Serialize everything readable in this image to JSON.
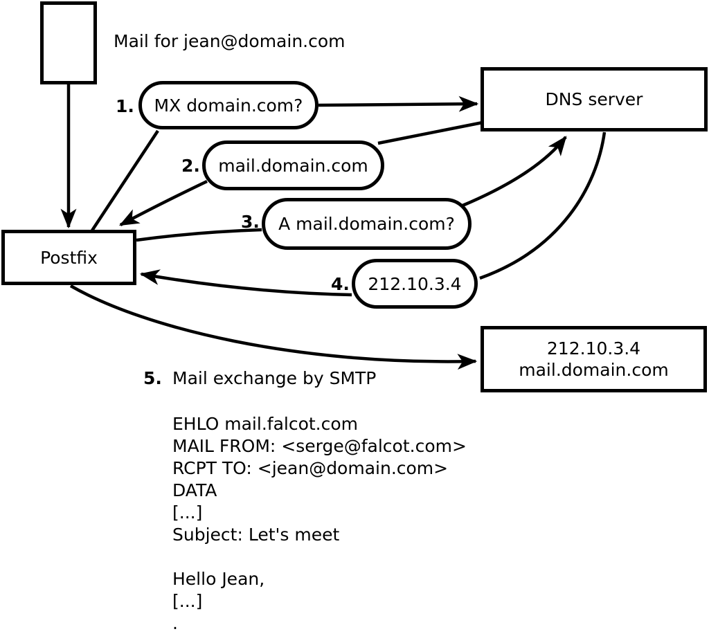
{
  "colors": {
    "ink": "#000000",
    "paper": "#ffffff"
  },
  "diagram": {
    "mail_note": "Mail for jean@domain.com",
    "nodes": {
      "postfix": "Postfix",
      "dns": "DNS server",
      "mail_server": {
        "line1": "212.10.3.4",
        "line2": "mail.domain.com"
      }
    },
    "steps": [
      {
        "num": "1.",
        "label": "MX domain.com?"
      },
      {
        "num": "2.",
        "label": "mail.domain.com"
      },
      {
        "num": "3.",
        "label": "A mail.domain.com?"
      },
      {
        "num": "4.",
        "label": "212.10.3.4"
      },
      {
        "num": "5.",
        "label": "Mail exchange by SMTP"
      }
    ],
    "smtp_session": {
      "lines": [
        "EHLO mail.falcot.com",
        "MAIL FROM: <serge@falcot.com>",
        "RCPT TO: <jean@domain.com>",
        "DATA",
        "[...]",
        "Subject: Let's meet",
        "",
        "Hello Jean,",
        "[...]",
        "."
      ]
    }
  }
}
